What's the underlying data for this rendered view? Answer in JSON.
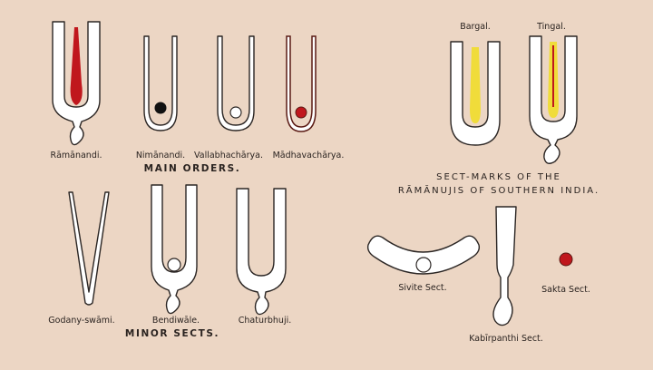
{
  "colors": {
    "background": "#ecd6c4",
    "mark_fill": "#ffffff",
    "outline": "#2b2624",
    "red": "#c0171d",
    "yellow": "#f0dc3a",
    "dark_brown": "#5a1a14"
  },
  "main_orders": {
    "heading": "MAIN ORDERS.",
    "marks": [
      {
        "label": "Rāmānandi.",
        "color_note": "red"
      },
      {
        "label": "Nimānandi.",
        "color_note": "black"
      },
      {
        "label": "Vallabhachārya.",
        "color_note": "white"
      },
      {
        "label": "Mādhavachārya.",
        "color_note": "red"
      }
    ]
  },
  "minor_sects": {
    "heading": "MINOR SECTS.",
    "marks": [
      {
        "label": "Godany-swāmi."
      },
      {
        "label": "Bendiwāle."
      },
      {
        "label": "Chaturbhuji."
      }
    ]
  },
  "southern": {
    "heading_line1": "SECT-MARKS OF THE",
    "heading_line2": "RĀMĀNUJIS OF SOUTHERN INDIA.",
    "marks": [
      {
        "label": "Bargal."
      },
      {
        "label": "Tingal."
      }
    ]
  },
  "others": {
    "marks": [
      {
        "label": "Sivite Sect."
      },
      {
        "label": "Kabīrpanthi Sect."
      },
      {
        "label": "Sakta Sect."
      }
    ]
  }
}
